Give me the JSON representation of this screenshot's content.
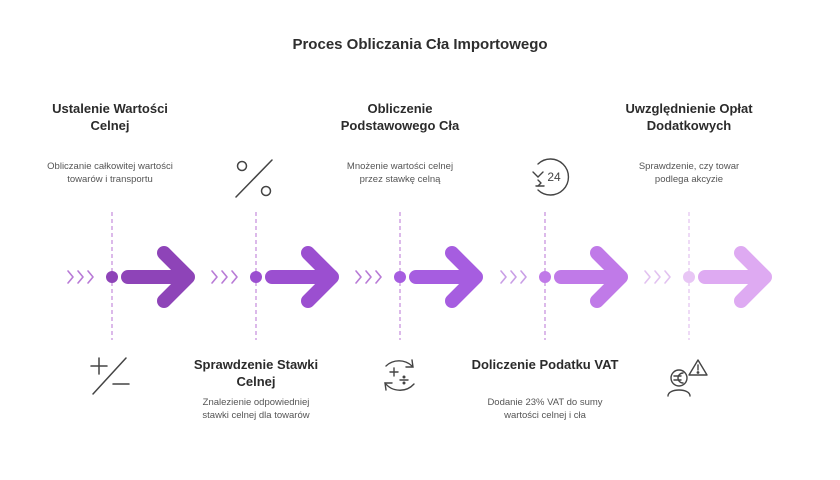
{
  "title": "Proces Obliczania Cła Importowego",
  "steps": [
    {
      "title": "Ustalenie Wartości Celnej",
      "description": "Obliczanie całkowitej wartości towarów i transportu",
      "icon": "plus-minus-icon",
      "color": "#8e44b8"
    },
    {
      "title": "Sprawdzenie Stawki Celnej",
      "description": "Znalezienie odpowiedniej stawki celnej dla towarów",
      "icon": "percent-icon",
      "color": "#9b4fd0"
    },
    {
      "title": "Obliczenie Podstawowego Cła",
      "description": "Mnożenie wartości celnej przez stawkę celną",
      "icon": "math-cycle-icon",
      "color": "#a65de0"
    },
    {
      "title": "Doliczenie Podatku VAT",
      "description": "Dodanie 23% VAT do sumy wartości celnej i cła",
      "icon": "clock-24-icon",
      "color": "#c07ae8"
    },
    {
      "title": "Uwzględnienie Opłat Dodatkowych",
      "description": "Sprawdzenie, czy towar podlega akcyzie",
      "icon": "euro-warning-icon",
      "color": "#deaaf2"
    }
  ]
}
